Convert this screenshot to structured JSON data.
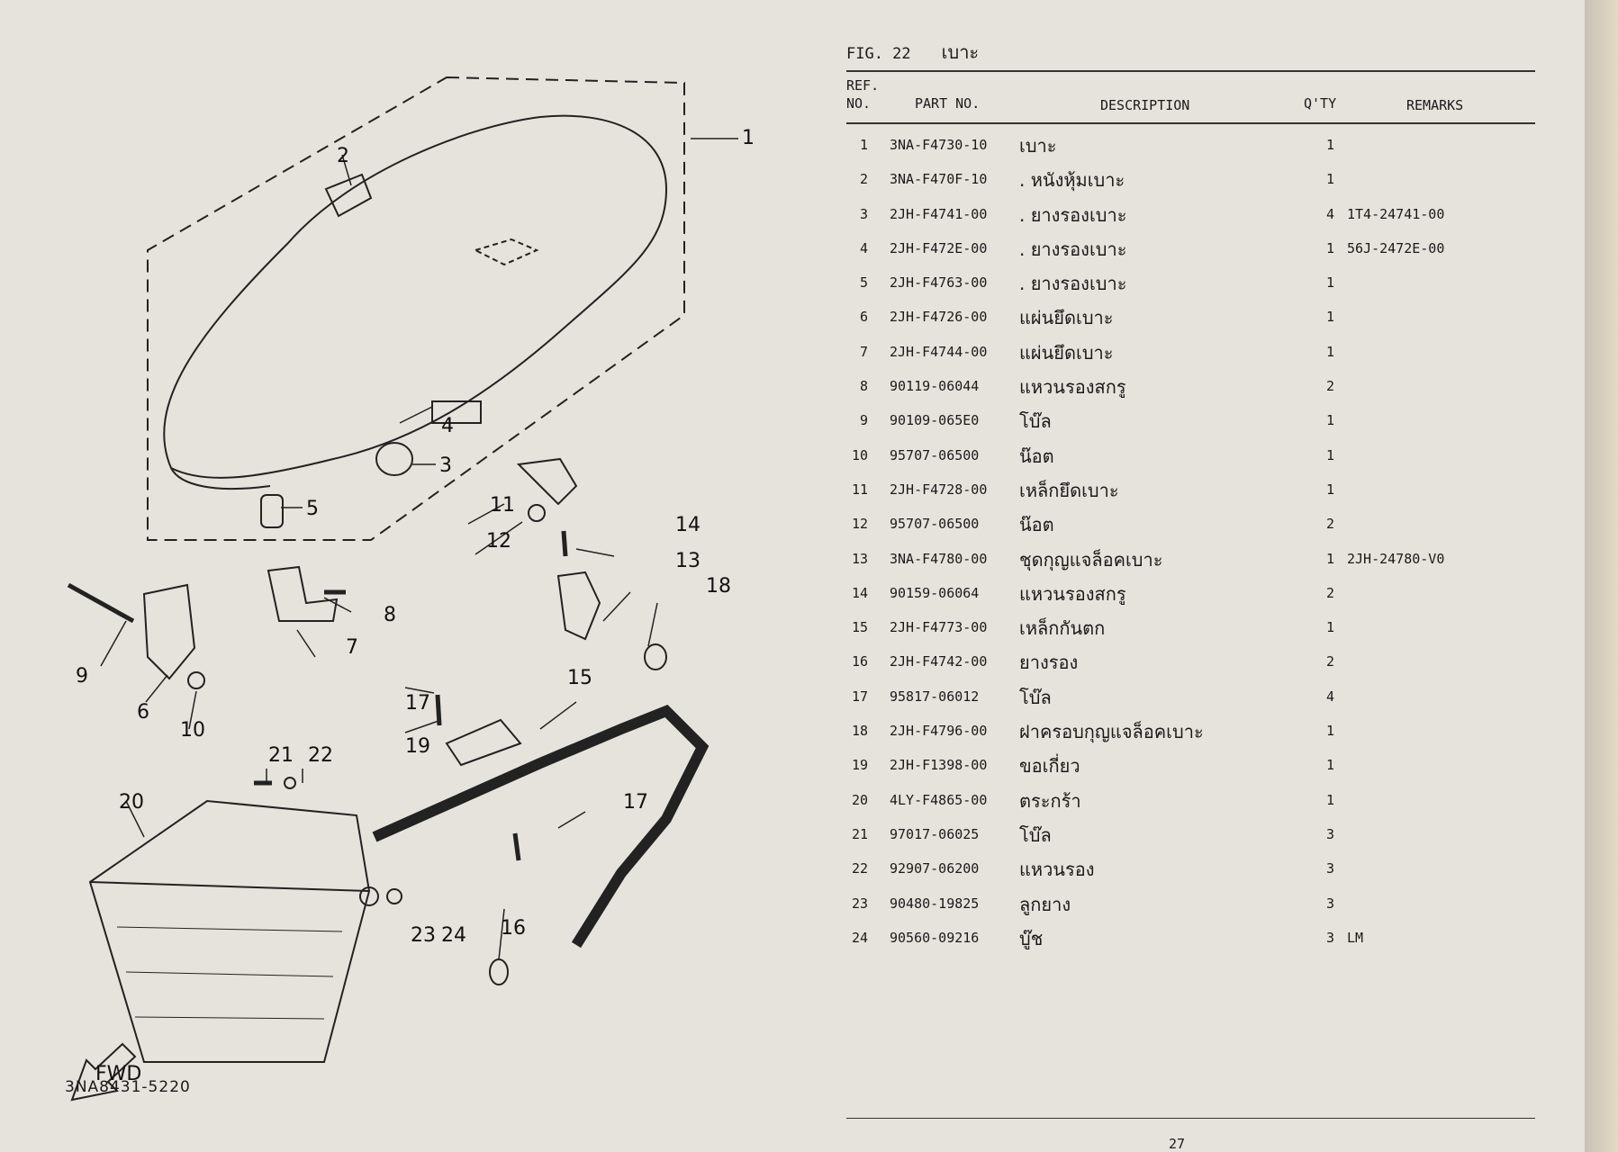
{
  "figure": {
    "label": "FIG. 22",
    "title": "เบาะ"
  },
  "columns": {
    "ref_no_line1": "REF.",
    "ref_no_line2": "NO.",
    "part_no": "PART NO.",
    "description": "DESCRIPTION",
    "qty": "Q'TY",
    "remarks": "REMARKS"
  },
  "parts": [
    {
      "ref": "1",
      "part_no": "3NA-F4730-10",
      "description": "เบาะ",
      "qty": "1",
      "remarks": ""
    },
    {
      "ref": "2",
      "part_no": "3NA-F470F-10",
      "description": ". หนังหุ้มเบาะ",
      "qty": "1",
      "remarks": ""
    },
    {
      "ref": "3",
      "part_no": "2JH-F4741-00",
      "description": ". ยางรองเบาะ",
      "qty": "4",
      "remarks": "1T4-24741-00"
    },
    {
      "ref": "4",
      "part_no": "2JH-F472E-00",
      "description": ". ยางรองเบาะ",
      "qty": "1",
      "remarks": "56J-2472E-00"
    },
    {
      "ref": "5",
      "part_no": "2JH-F4763-00",
      "description": ". ยางรองเบาะ",
      "qty": "1",
      "remarks": ""
    },
    {
      "ref": "6",
      "part_no": "2JH-F4726-00",
      "description": "แผ่นยึดเบาะ",
      "qty": "1",
      "remarks": ""
    },
    {
      "ref": "7",
      "part_no": "2JH-F4744-00",
      "description": "แผ่นยึดเบาะ",
      "qty": "1",
      "remarks": ""
    },
    {
      "ref": "8",
      "part_no": "90119-06044",
      "description": "แหวนรองสกรู",
      "qty": "2",
      "remarks": ""
    },
    {
      "ref": "9",
      "part_no": "90109-065E0",
      "description": "โบ๊ล",
      "qty": "1",
      "remarks": ""
    },
    {
      "ref": "10",
      "part_no": "95707-06500",
      "description": "น๊อต",
      "qty": "1",
      "remarks": ""
    },
    {
      "ref": "11",
      "part_no": "2JH-F4728-00",
      "description": "เหล็กยึดเบาะ",
      "qty": "1",
      "remarks": ""
    },
    {
      "ref": "12",
      "part_no": "95707-06500",
      "description": "น๊อต",
      "qty": "2",
      "remarks": ""
    },
    {
      "ref": "13",
      "part_no": "3NA-F4780-00",
      "description": "ชุดกุญแจล็อคเบาะ",
      "qty": "1",
      "remarks": "2JH-24780-V0"
    },
    {
      "ref": "14",
      "part_no": "90159-06064",
      "description": "แหวนรองสกรู",
      "qty": "2",
      "remarks": ""
    },
    {
      "ref": "15",
      "part_no": "2JH-F4773-00",
      "description": "เหล็กกันตก",
      "qty": "1",
      "remarks": ""
    },
    {
      "ref": "16",
      "part_no": "2JH-F4742-00",
      "description": "ยางรอง",
      "qty": "2",
      "remarks": ""
    },
    {
      "ref": "17",
      "part_no": "95817-06012",
      "description": "โบ๊ล",
      "qty": "4",
      "remarks": ""
    },
    {
      "ref": "18",
      "part_no": "2JH-F4796-00",
      "description": "ฝาครอบกุญแจล็อคเบาะ",
      "qty": "1",
      "remarks": ""
    },
    {
      "ref": "19",
      "part_no": "2JH-F1398-00",
      "description": "ขอเกี่ยว",
      "qty": "1",
      "remarks": ""
    },
    {
      "ref": "20",
      "part_no": "4LY-F4865-00",
      "description": "ตระกร้า",
      "qty": "1",
      "remarks": ""
    },
    {
      "ref": "21",
      "part_no": "97017-06025",
      "description": "โบ๊ล",
      "qty": "3",
      "remarks": ""
    },
    {
      "ref": "22",
      "part_no": "92907-06200",
      "description": "แหวนรอง",
      "qty": "3",
      "remarks": ""
    },
    {
      "ref": "23",
      "part_no": "90480-19825",
      "description": "ลูกยาง",
      "qty": "3",
      "remarks": ""
    },
    {
      "ref": "24",
      "part_no": "90560-09216",
      "description": "บู๊ช",
      "qty": "3",
      "remarks": "LM"
    }
  ],
  "diagram": {
    "callouts": [
      "1",
      "2",
      "3",
      "4",
      "5",
      "6",
      "7",
      "8",
      "9",
      "10",
      "11",
      "12",
      "13",
      "14",
      "15",
      "16",
      "17",
      "17",
      "18",
      "19",
      "20",
      "21",
      "22",
      "23",
      "24"
    ],
    "fwd_label": "FWD",
    "drawing_number": "3NA8431-5220"
  },
  "page_number": "27"
}
